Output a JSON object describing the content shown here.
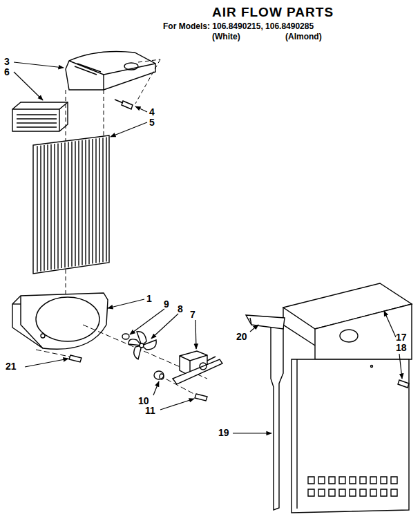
{
  "diagram": {
    "title": "AIR FLOW PARTS",
    "labels": [
      "For Models: 106.8490215, 106.8490285",
      "(White)",
      "(Almond)",
      "3",
      "6",
      "4",
      "5",
      "1",
      "9",
      "8",
      "7",
      "20",
      "21",
      "10",
      "11",
      "17",
      "18",
      "19"
    ]
  }
}
